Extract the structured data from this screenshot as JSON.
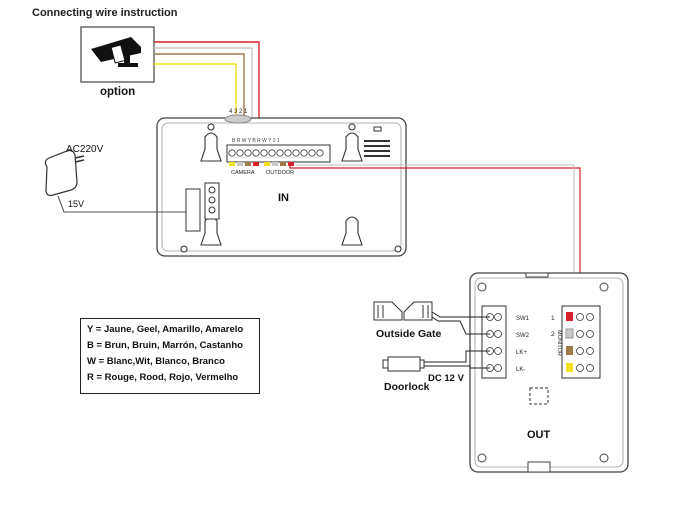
{
  "title": "Connecting wire instruction",
  "camera": {
    "label": "option",
    "pins": "4 3 2 1"
  },
  "power": {
    "ac_label": "AC220V",
    "dc_label": "15V"
  },
  "indoor": {
    "label": "IN",
    "terminal_top_text": "B R W Y  B R W Y 2 1",
    "camera_port_label": "CAMERA",
    "outdoor_port_label": "OUTDOOR"
  },
  "outdoor": {
    "label": "OUT",
    "terminals": [
      "SW1",
      "SW2",
      "LK+",
      "LK-"
    ],
    "monitor_label": "MONITOR",
    "monitor_pins": [
      "1",
      "2"
    ]
  },
  "accessories": {
    "gate_label": "Outside Gate",
    "lock_label": "Doorlock",
    "lock_voltage": "DC 12 V"
  },
  "legend": [
    "Y = Jaune, Geel, Amarillo, Amarelo",
    "B = Brun, Bruin, Marrón, Castanho",
    "W = Blanc,Wit, Blanco, Branco",
    "R = Rouge, Rood, Rojo, Vermelho"
  ],
  "wire_colors": {
    "red": "#d8202a",
    "yellow": "#f2e21a",
    "white": "#c9c9c9",
    "brown": "#a07a4a",
    "black": "#222222"
  }
}
